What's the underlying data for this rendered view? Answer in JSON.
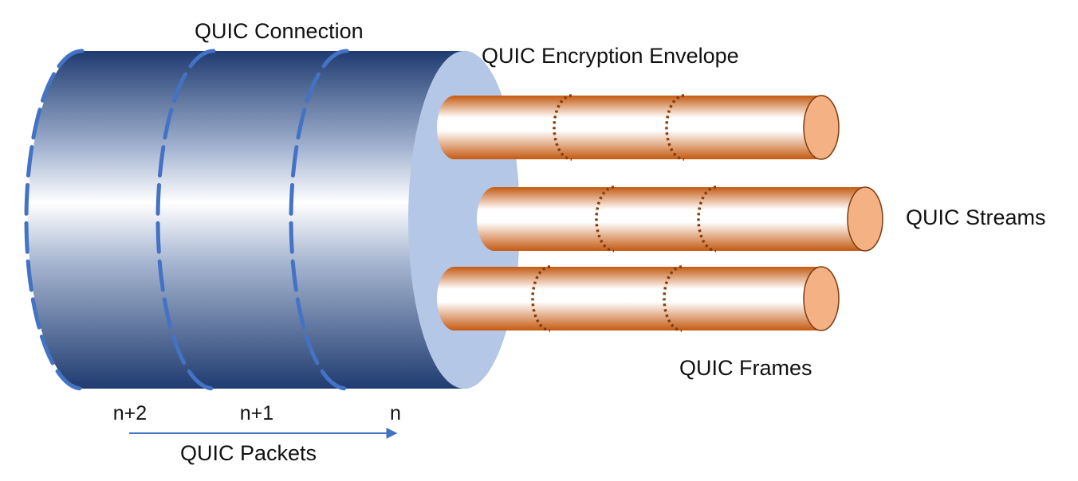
{
  "labels": {
    "connection": "QUIC Connection",
    "envelope": "QUIC Encryption Envelope",
    "streams": "QUIC Streams",
    "frames": "QUIC Frames",
    "packets": "QUIC Packets"
  },
  "packets": [
    {
      "label": "n+2"
    },
    {
      "label": "n+1"
    },
    {
      "label": "n"
    }
  ],
  "streams": [
    {
      "frame_count": 2
    },
    {
      "frame_count": 2
    },
    {
      "frame_count": 2
    }
  ],
  "colors": {
    "cable_dark": "#1f3b70",
    "cable_light": "#ffffff",
    "envelope_face": "#b4c7e7",
    "packet_boundary": "#4472c4",
    "stream_body": "#c55a11",
    "stream_end": "#f4b183",
    "frame_boundary": "#843c0c",
    "arrow": "#4472c4"
  }
}
